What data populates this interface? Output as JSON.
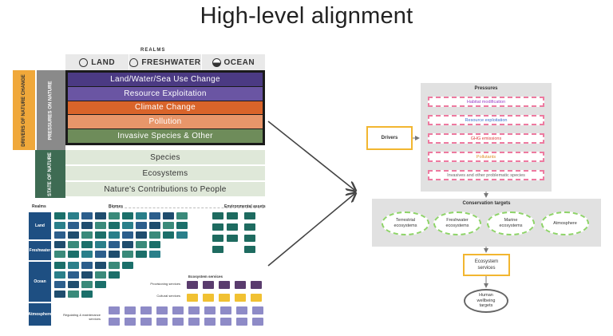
{
  "title": "High-level alignment",
  "framework": {
    "realms_label": "REALMS",
    "realms": [
      {
        "label": "LAND",
        "icon": "land-icon"
      },
      {
        "label": "FRESHWATER",
        "icon": "freshwater-icon"
      },
      {
        "label": "OCEAN",
        "icon": "ocean-icon"
      }
    ],
    "drivers_label": "DRIVERS OF NATURE CHANGE",
    "pressures_label": "PRESSURES ON NATURE",
    "pressures": [
      {
        "label": "Land/Water/Sea Use Change",
        "color": "#4b3a83"
      },
      {
        "label": "Resource Exploitation",
        "color": "#6a55a3"
      },
      {
        "label": "Climate Change",
        "color": "#d9642a"
      },
      {
        "label": "Pollution",
        "color": "#e8966a"
      },
      {
        "label": "Invasive Species & Other",
        "color": "#6e8c5a"
      }
    ],
    "state_label": "STATE OF NATURE",
    "state": [
      "Species",
      "Ecosystems",
      "Nature's Contributions to People"
    ]
  },
  "table": {
    "realms_head": "Realms",
    "biomes_head": "Biomes",
    "assets_head": "Environmental assets",
    "realm_rows": [
      "Land",
      "Freshwater",
      "Ocean",
      "Atmosphere"
    ],
    "es_head": "Ecosystem services",
    "provisioning": "Provisioning services",
    "cultural": "Cultural services",
    "regulating": "Regulating & maintenance services"
  },
  "diagram": {
    "pressures_title": "Pressures",
    "pressures": [
      {
        "label": "Habitat modification",
        "color": "#9a3fc7"
      },
      {
        "label": "Resource exploitation",
        "color": "#3a6fd0"
      },
      {
        "label": "GHG emissions",
        "color": "#e03c3c"
      },
      {
        "label": "Pollutants",
        "color": "#e0902a"
      },
      {
        "label": "Invasives and other problematic species",
        "color": "#666666"
      }
    ],
    "drivers": "Drivers",
    "conservation_title": "Conservation targets",
    "targets": [
      {
        "l1": "Terrestrial",
        "l2": "ecosystems"
      },
      {
        "l1": "Freshwater",
        "l2": "ecosystems"
      },
      {
        "l1": "Marine",
        "l2": "ecosystems"
      },
      {
        "l1": "Atmosphere",
        "l2": ""
      }
    ],
    "eco_services": {
      "l1": "Ecosystem",
      "l2": "services"
    },
    "wellbeing": {
      "l1": "Human",
      "l2": "wellbeing",
      "l3": "targets"
    }
  }
}
